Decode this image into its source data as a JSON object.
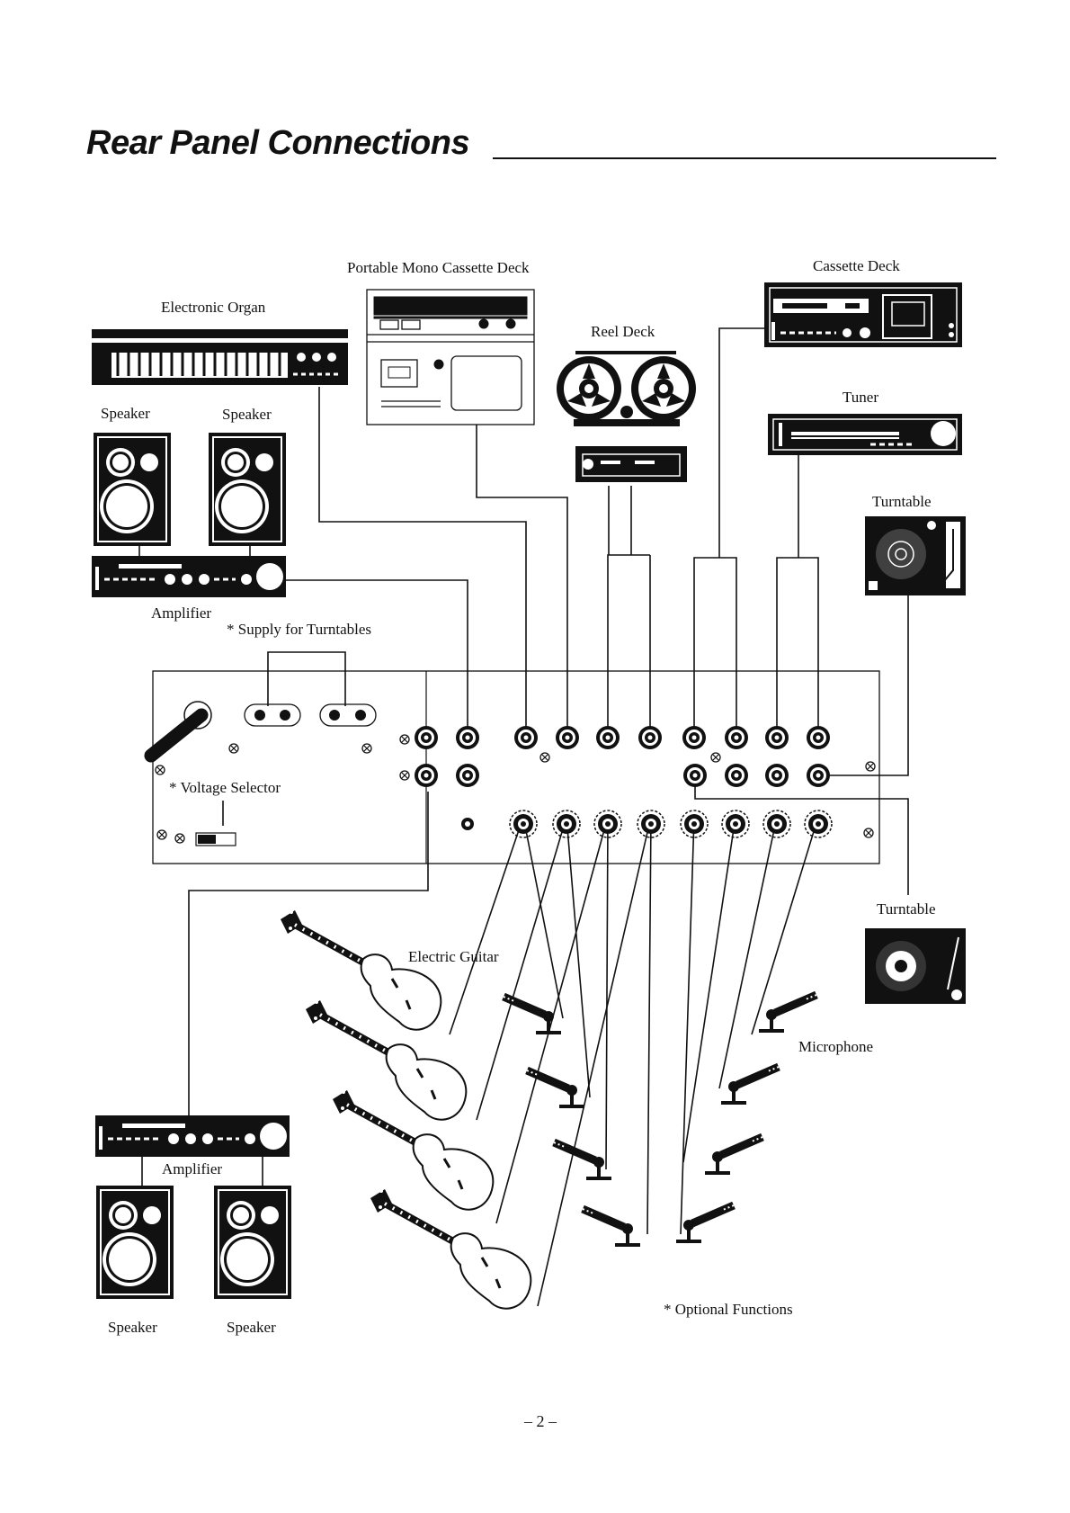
{
  "heading": "Rear Panel Connections",
  "labels": {
    "portable_mono_cassette_deck": "Portable Mono Cassette Deck",
    "cassette_deck": "Cassette Deck",
    "electronic_organ": "Electronic Organ",
    "reel_deck": "Reel Deck",
    "tuner": "Tuner",
    "speaker_1": "Speaker",
    "speaker_2": "Speaker",
    "turntable_top": "Turntable",
    "amplifier_top": "Amplifier",
    "supply_for_turntables": "* Supply for Turntables",
    "voltage_selector": "* Voltage Selector",
    "turntable_bottom": "Turntable",
    "electric_guitar": "Electric Guitar",
    "microphone": "Microphone",
    "amplifier_bottom": "Amplifier",
    "speaker_3": "Speaker",
    "speaker_4": "Speaker",
    "optional_functions": "* Optional Functions"
  },
  "page_number": "– 2 –"
}
